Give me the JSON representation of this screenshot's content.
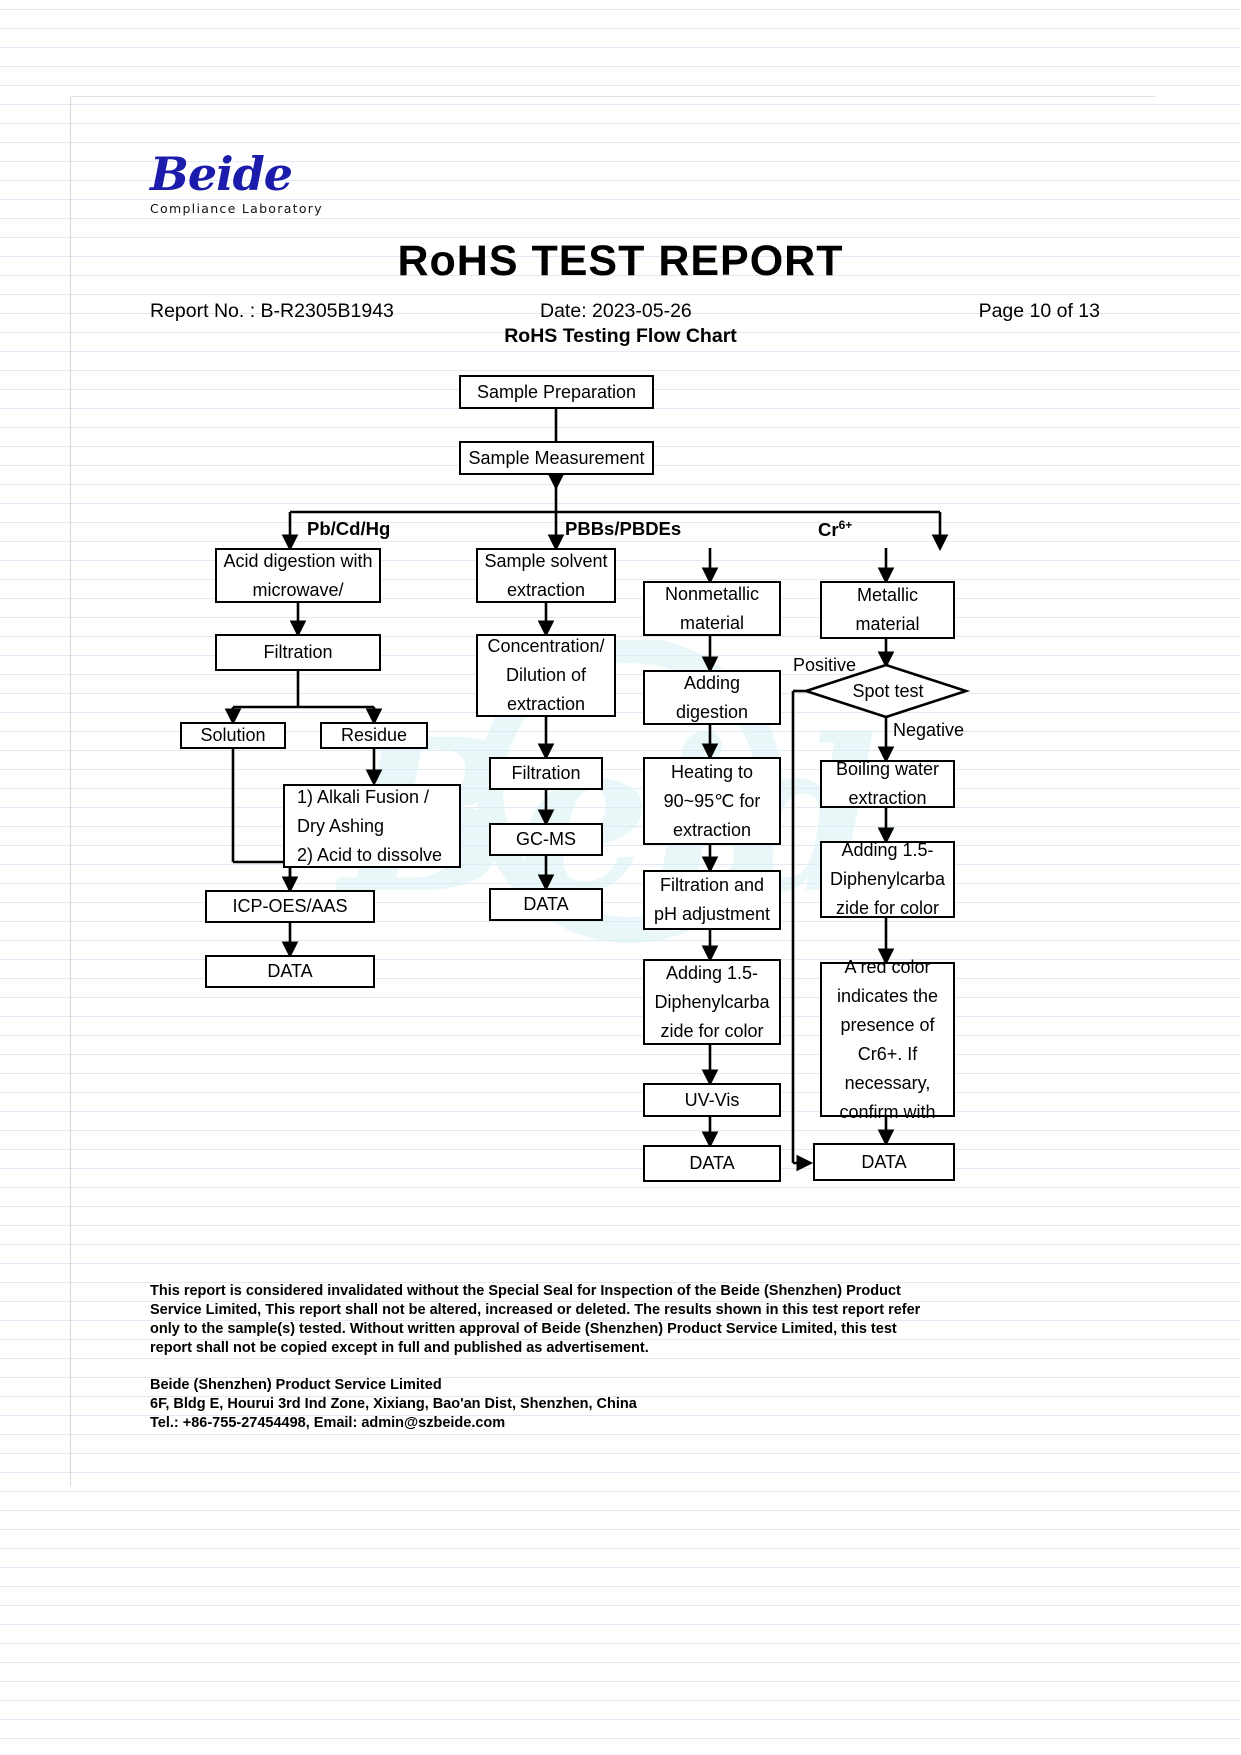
{
  "brand": {
    "name": "Beide",
    "tagline": "Compliance Laboratory"
  },
  "header": {
    "title": "RoHS   TEST   REPORT",
    "report_no": "Report No. : B-R2305B1943",
    "date": "Date: 2023-05-26",
    "page": "Page 10 of 13",
    "subtitle": "RoHS Testing Flow Chart"
  },
  "chart_data": {
    "type": "diagram",
    "title": "RoHS Testing Flow Chart",
    "branch_labels": {
      "left": "Pb/Cd/Hg",
      "middle": "PBBs/PBDEs",
      "right_base": "Cr",
      "right_sup": "6+"
    },
    "edge_labels": {
      "positive": "Positive",
      "negative": "Negative"
    },
    "nodes": {
      "sample_preparation": "Sample Preparation",
      "sample_measurement": "Sample Measurement",
      "acid_digestion": "Acid digestion with\nmicrowave/",
      "filtration_left": "Filtration",
      "solution": "Solution",
      "residue": "Residue",
      "alkali_fusion": "1) Alkali Fusion /\nDry Ashing\n2) Acid to dissolve",
      "icp_oes_aas": "ICP-OES/AAS",
      "data_left": "DATA",
      "sample_solvent_extraction": "Sample solvent\nextraction",
      "concentration_dilution": "Concentration/\nDilution of\nextraction",
      "filtration_mid": "Filtration",
      "gc_ms": "GC-MS",
      "data_mid": "DATA",
      "nonmetallic_material": "Nonmetallic\nmaterial",
      "adding_digestion": "Adding\ndigestion",
      "heating": "Heating to\n90~95℃  for\nextraction",
      "filtration_ph": "Filtration and\npH adjustment",
      "adding_dpc_mid": "Adding 1.5-\nDiphenylcarba\nzide for color",
      "uv_vis": "UV-Vis",
      "data_nonmetallic": "DATA",
      "metallic_material": "Metallic\nmaterial",
      "spot_test": "Spot test",
      "boiling_water": "Boiling water\nextraction",
      "adding_dpc_right": "Adding 1.5-\nDiphenylcarba\nzide for color",
      "red_color": "A red color\nindicates the\npresence of\nCr6+. If\nnecessary,\nconfirm with",
      "data_right": "DATA"
    }
  },
  "footer": {
    "disclaimer_line1": "This report is considered invalidated without the Special Seal for Inspection of the Beide (Shenzhen) Product",
    "disclaimer_line2": "Service Limited, This report shall not be altered, increased or deleted. The results shown in this test report refer",
    "disclaimer_line3": "only to the sample(s) tested. Without written approval of Beide (Shenzhen) Product Service Limited, this test",
    "disclaimer_line4": "report shall not be copied except in full and published as advertisement.",
    "company": "Beide (Shenzhen) Product Service Limited",
    "address": "6F, Bldg E, Hourui 3rd Ind Zone, Xixiang, Bao'an Dist, Shenzhen, China",
    "contact": "Tel.: +86-755-27454498, Email: admin@szbeide.com"
  }
}
